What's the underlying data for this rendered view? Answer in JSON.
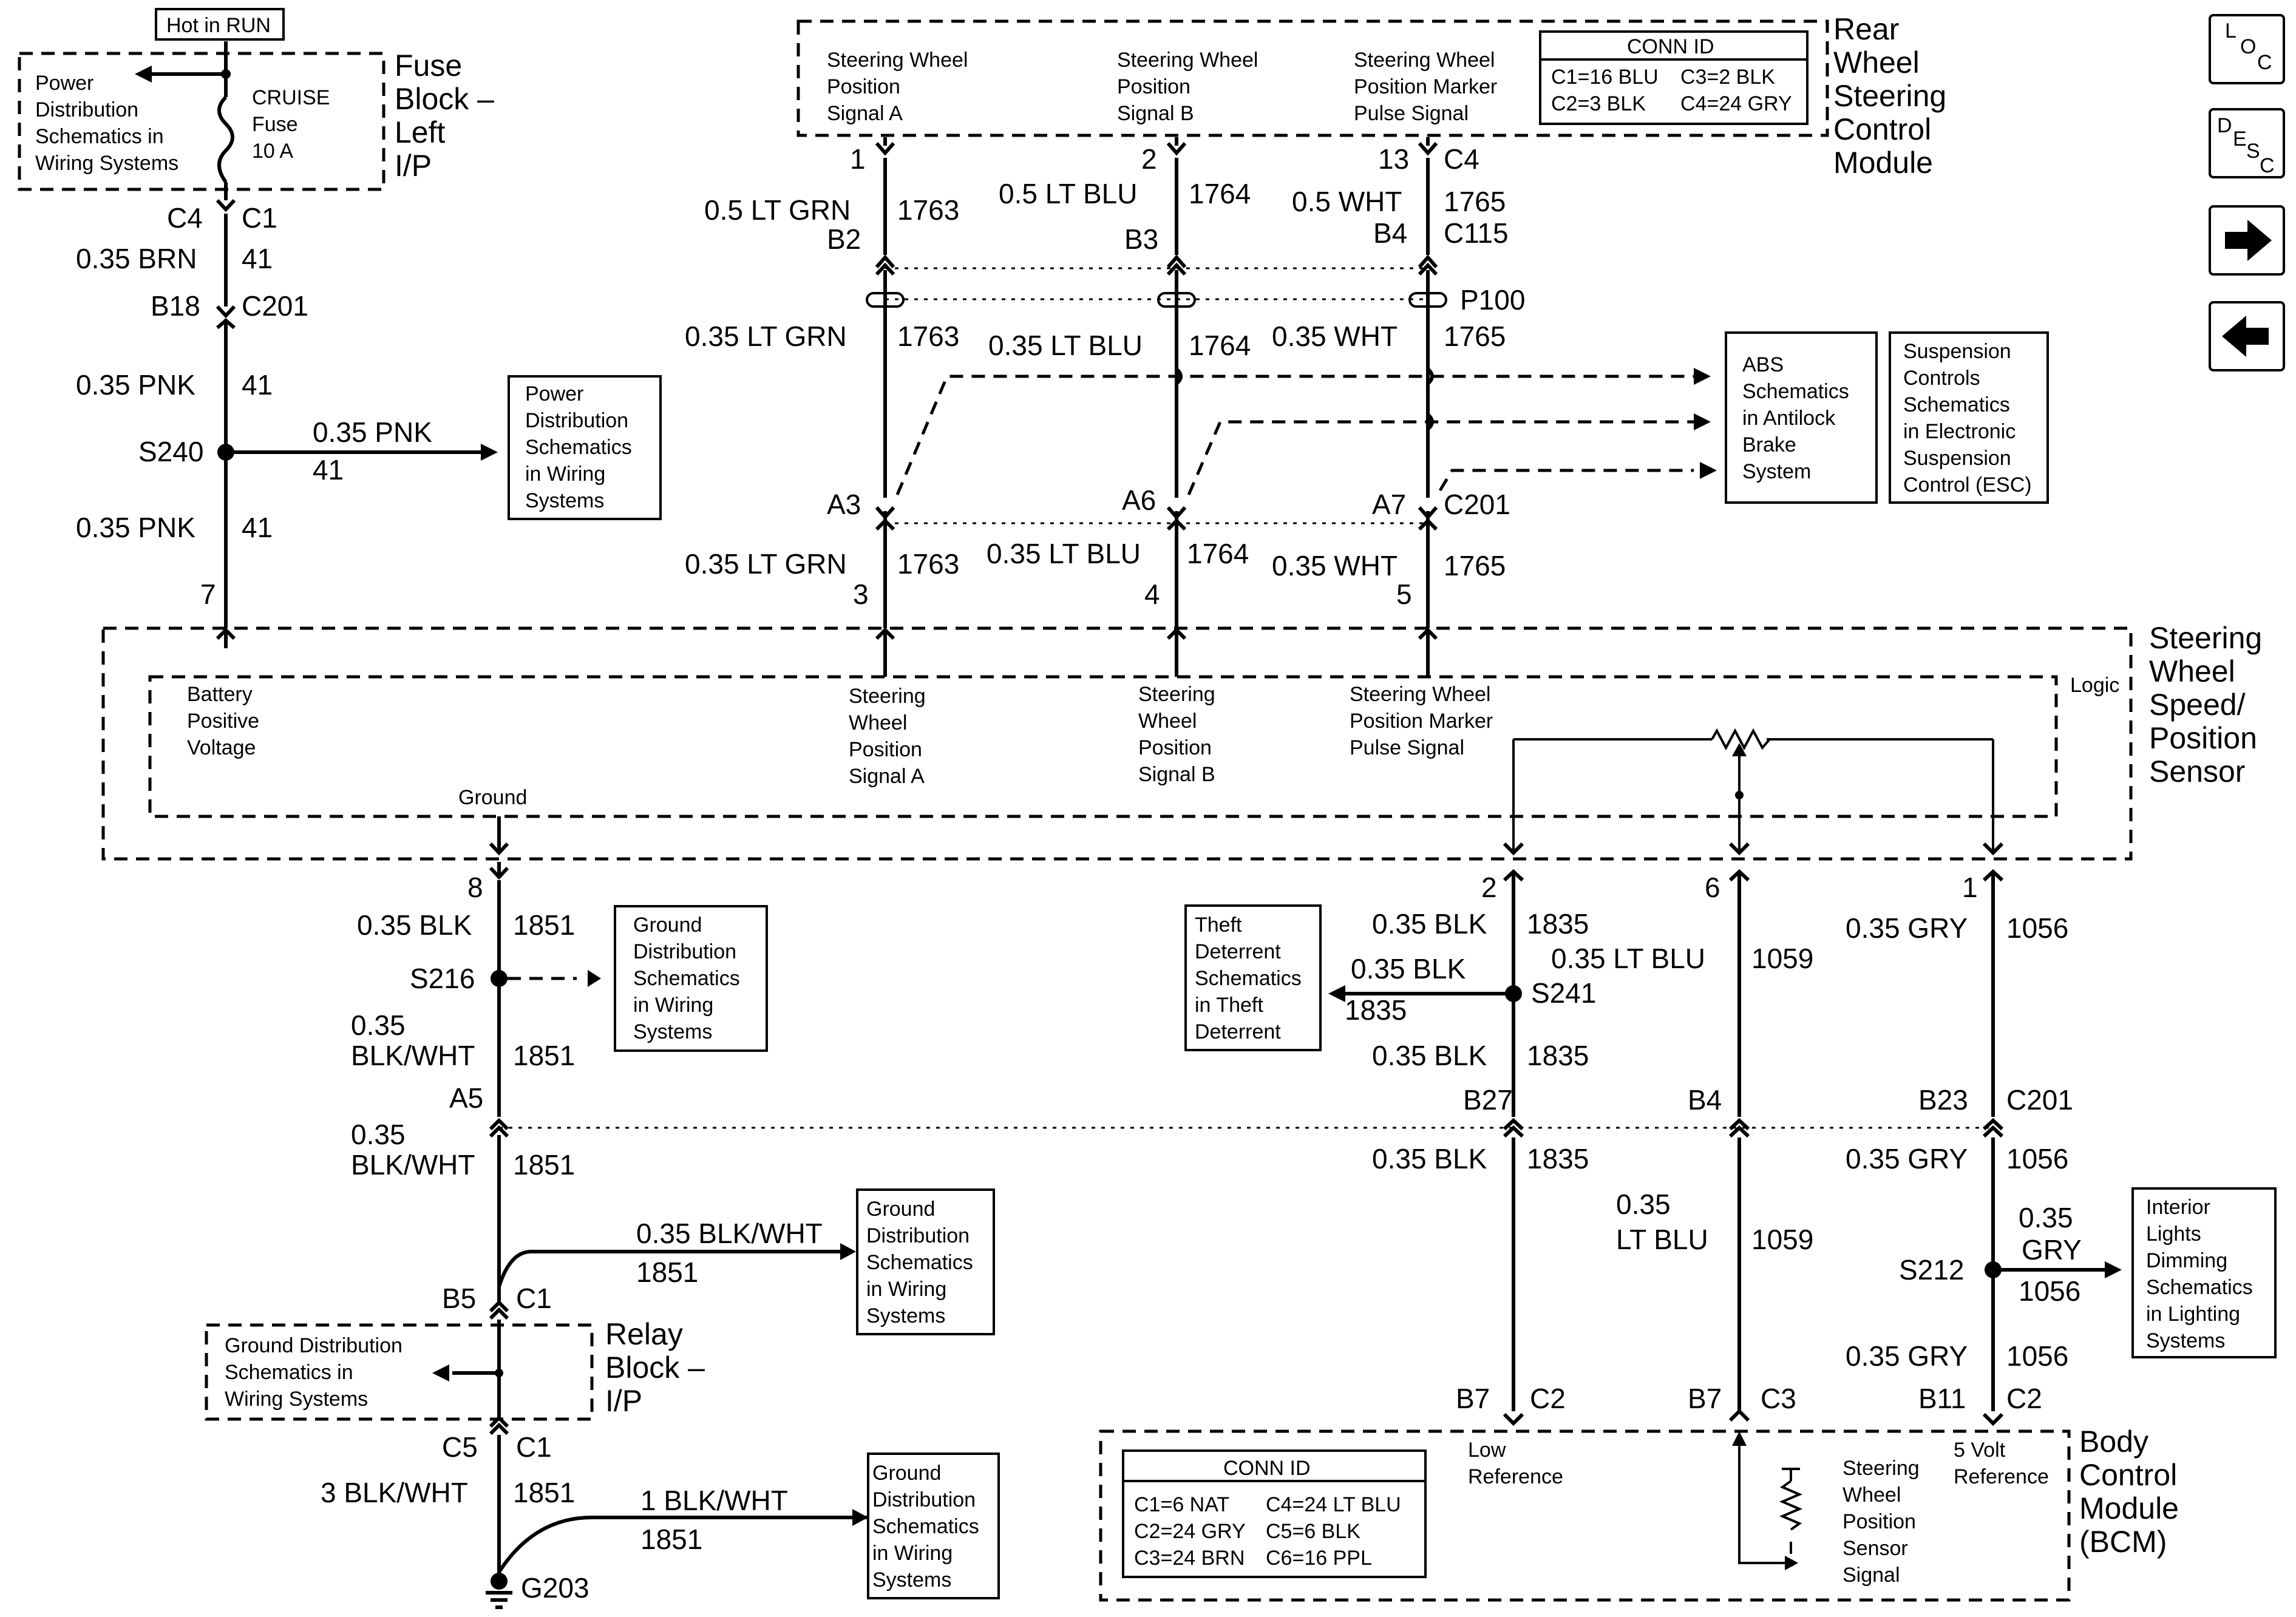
{
  "modules": {
    "fuse_block": {
      "name": "Fuse Block – Left I/P",
      "hot": "Hot in RUN",
      "ref": "Power Distribution Schematics in Wiring Systems",
      "fuse": "CRUISE Fuse 10 A"
    },
    "rwscm": {
      "name": "Rear Wheel Steering Control Module",
      "pins": [
        "Steering Wheel Position Signal A",
        "Steering Wheel Position Signal B",
        "Steering Wheel Position Marker Pulse Signal"
      ]
    },
    "rwscm_conn": {
      "title": "CONN ID",
      "entries": [
        "C1=16 BLU",
        "C3=2 BLK",
        "C2=3 BLK",
        "C4=24 GRY"
      ]
    },
    "swps": {
      "name": "Steering Wheel Speed/ Position Sensor",
      "logic": "Logic",
      "ground": "Ground",
      "pins": [
        "Battery Positive Voltage",
        "Steering Wheel Position Signal A",
        "Steering Wheel Position Signal B",
        "Steering Wheel Position Marker Pulse Signal"
      ]
    },
    "relay_block": {
      "name": "Relay Block – I/P",
      "ref": "Ground Distribution Schematics in Wiring Systems"
    },
    "bcm": {
      "name": "Body Control Module (BCM)",
      "low_ref": "Low Reference",
      "five_volt": "5 Volt Reference",
      "sensor_signal": "Steering Wheel Position Sensor Signal"
    },
    "bcm_conn": {
      "title": "CONN ID",
      "entries": [
        "C1=6 NAT",
        "C4=24 LT BLU",
        "C2=24 GRY",
        "C5=6 BLK",
        "C3=24 BRN",
        "C6=16 PPL"
      ]
    }
  },
  "references": {
    "power_dist": "Power Distribution Schematics in Wiring Systems",
    "ground_dist": "Ground Distribution Schematics in Wiring Systems",
    "abs": "ABS Schematics in Antilock Brake System",
    "suspension": "Suspension Controls Schematics in Electronic Suspension Control (ESC)",
    "theft": "Theft Deterrent Schematics in Theft Deterrent",
    "interior": "Interior Lights Dimming Schematics in Lighting Systems"
  },
  "nav": {
    "loc": "LOC",
    "desc": "DESC",
    "forward": "forward",
    "back": "back"
  },
  "labels": {
    "fb_c4": "C4",
    "fb_c1": "C1",
    "w41a_g": "0.35 BRN",
    "w41a_n": "41",
    "c201_b18": "B18",
    "c201_a": "C201",
    "w41b_g": "0.35 PNK",
    "w41b_n": "41",
    "s240": "S240",
    "w41c_g": "0.35 PNK",
    "w41c_n": "41",
    "w41d_g": "0.35 PNK",
    "w41d_n": "41",
    "swps_pin7": "7",
    "r_pin1": "1",
    "r_pin2": "2",
    "r_pin13": "13",
    "r_c4": "C4",
    "w1763a_g": "0.5 LT GRN",
    "w1763a_n": "1763",
    "w1764a_g": "0.5 LT BLU",
    "w1764a_n": "1764",
    "w1765a_g": "0.5 WHT",
    "w1765a_n": "1765",
    "c115_b2": "B2",
    "c115_b3": "B3",
    "c115_b4": "B4",
    "c115": "C115",
    "p100": "P100",
    "w1763b_g": "0.35 LT GRN",
    "w1763b_n": "1763",
    "w1764b_g": "0.35 LT BLU",
    "w1764b_n": "1764",
    "w1765b_g": "0.35 WHT",
    "w1765b_n": "1765",
    "c201_a3": "A3",
    "c201_a6": "A6",
    "c201_a7": "A7",
    "c201_b": "C201",
    "w1763c_g": "0.35 LT GRN",
    "w1763c_n": "1763",
    "w1764c_g": "0.35 LT BLU",
    "w1764c_n": "1764",
    "w1765c_g": "0.35 WHT",
    "w1765c_n": "1765",
    "sw_pin3": "3",
    "sw_pin4": "4",
    "sw_pin5": "5",
    "sw_pin8": "8",
    "w1851a_g": "0.35 BLK",
    "w1851a_n": "1851",
    "s216": "S216",
    "w1851b_g1": "0.35",
    "w1851b_g2": "BLK/WHT",
    "w1851b_n": "1851",
    "c201_a5": "A5",
    "w1851c_g1": "0.35",
    "w1851c_g2": "BLK/WHT",
    "w1851c_n": "1851",
    "w1851d_g": "0.35 BLK/WHT",
    "w1851d_n": "1851",
    "rb_b5": "B5",
    "rb_c1": "C1",
    "rb_c5": "C5",
    "rb_c1b": "C1",
    "w1851e_g": "3 BLK/WHT",
    "w1851e_n": "1851",
    "w1851f_g": "1 BLK/WHT",
    "w1851f_n": "1851",
    "g203": "G203",
    "sw_pin2": "2",
    "sw_pin6": "6",
    "sw_pin1": "1",
    "w1835a_g": "0.35 BLK",
    "w1835a_n": "1835",
    "w1835b_g": "0.35 BLK",
    "w1835b_n": "1835",
    "s241": "S241",
    "w1835c_g": "0.35 BLK",
    "w1835c_n": "1835",
    "w1835d_g": "0.35 BLK",
    "w1835d_n": "1835",
    "w1059a_g": "0.35 LT BLU",
    "w1059a_n": "1059",
    "w1059b_g1": "0.35",
    "w1059b_g2": "LT BLU",
    "w1059b_n": "1059",
    "w1056a_g": "0.35 GRY",
    "w1056a_n": "1056",
    "w1056b_g": "0.35 GRY",
    "w1056b_n": "1056",
    "s212": "S212",
    "w1056c_g1": "0.35",
    "w1056c_g2": "GRY",
    "w1056c_n": "1056",
    "w1056d_g": "0.35 GRY",
    "w1056d_n": "1056",
    "c201_b27": "B27",
    "c201_b4": "B4",
    "c201_b23": "B23",
    "c201_c": "C201",
    "bcm_b7a": "B7",
    "bcm_c2a": "C2",
    "bcm_b7b": "B7",
    "bcm_c3": "C3",
    "bcm_b11": "B11",
    "bcm_c2b": "C2"
  }
}
